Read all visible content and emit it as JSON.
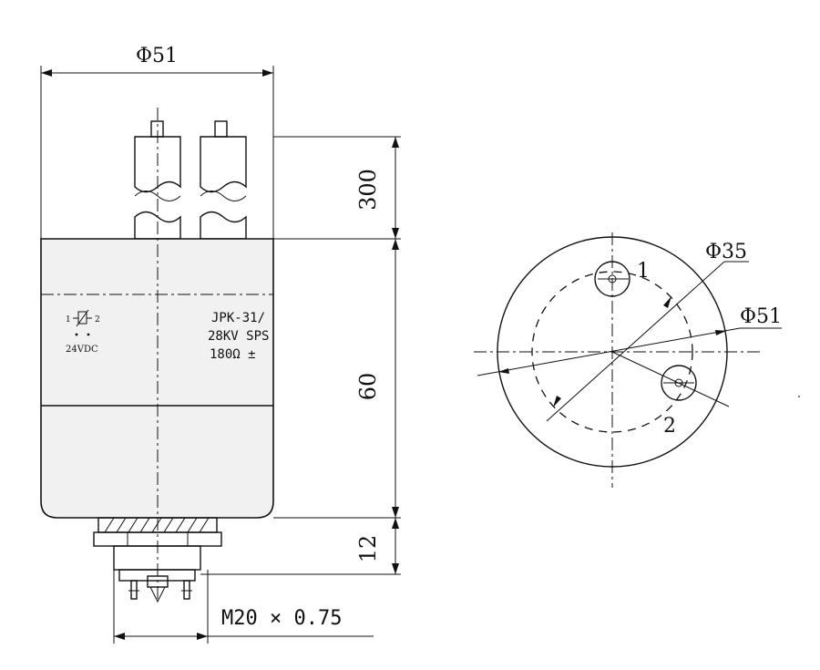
{
  "front_view": {
    "dim_width": "Φ51",
    "dim_top_height": "300",
    "dim_body_height": "60",
    "dim_base_height": "12",
    "thread_spec": "M20 × 0.75",
    "label_line1": "JPK-31/",
    "label_line2": "28KV SPS",
    "label_line3": "180Ω ±",
    "coil_pin_left": "1",
    "coil_pin_right": "2",
    "coil_voltage": "24VDC"
  },
  "end_view": {
    "dim_circle_small": "Φ35",
    "dim_circle_large": "Φ51",
    "terminal_1": "1",
    "terminal_2": "2"
  }
}
